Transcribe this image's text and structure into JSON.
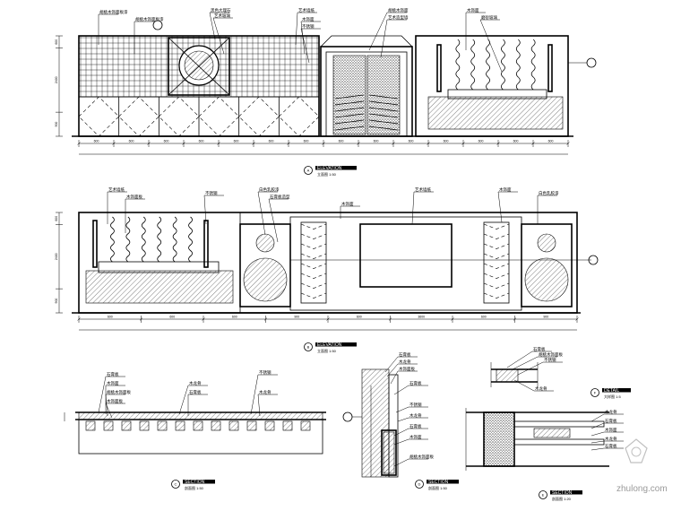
{
  "colors": {
    "ink": "#000000",
    "paper": "#ffffff",
    "watermark": "#9a9a9a"
  },
  "watermark": "zhulong.com",
  "elevation_a": {
    "title": "ELEVATION",
    "subtitle": "立面图 1:50",
    "bubble": "A",
    "notes": [
      "胡桃木饰面板漆",
      "胡桃木饰面板漆",
      "黑色大理石",
      "艺术玻璃",
      "艺术墙纸",
      "木饰面",
      "不锈钢",
      "胡桃木饰面",
      "艺术造型墙",
      "木饰面",
      "磨砂玻璃"
    ],
    "dims": [
      "600",
      "600",
      "600",
      "600",
      "600",
      "600",
      "600",
      "600",
      "600",
      "600",
      "600",
      "600",
      "600",
      "600"
    ],
    "vdims": [
      "600",
      "2400",
      "900"
    ]
  },
  "elevation_b": {
    "title": "ELEVATION",
    "subtitle": "立面图 1:50",
    "bubble": "B",
    "notes": [
      "艺术墙纸",
      "木饰面板",
      "不锈钢",
      "白色乳胶漆",
      "石膏板造型",
      "木饰面",
      "艺术墙纸",
      "木饰面",
      "白色乳胶漆"
    ],
    "dims": [
      "600",
      "600",
      "600",
      "900",
      "600",
      "3600",
      "600",
      "900"
    ],
    "vdims": [
      "600",
      "2400",
      "900"
    ]
  },
  "section_c": {
    "title": "SECTION",
    "subtitle": "剖面图 1:50",
    "bubble": "C",
    "notes": [
      "石膏板",
      "木饰面",
      "胡桃木饰面板",
      "木饰面板",
      "木龙骨",
      "石膏板",
      "不锈钢",
      "木龙骨"
    ]
  },
  "section_d": {
    "title": "SECTION",
    "subtitle": "剖面图 1:50",
    "bubble": "D",
    "notes": [
      "石膏板",
      "木龙骨",
      "木饰面板",
      "石膏板",
      "不锈钢",
      "木龙骨",
      "石膏板",
      "木饰面",
      "胡桃木饰面板"
    ]
  },
  "section_e": {
    "title": "SECTION",
    "subtitle": "剖面图 1:20",
    "bubble": "E",
    "notes": [
      "木龙骨",
      "石膏板",
      "木饰面",
      "木龙骨",
      "石膏板"
    ]
  },
  "detail_f": {
    "title": "DETAIL",
    "subtitle": "大样图 1:5",
    "bubble": "F",
    "notes": [
      "石膏板",
      "胡桃木饰面板",
      "不锈钢",
      "木龙骨"
    ]
  }
}
